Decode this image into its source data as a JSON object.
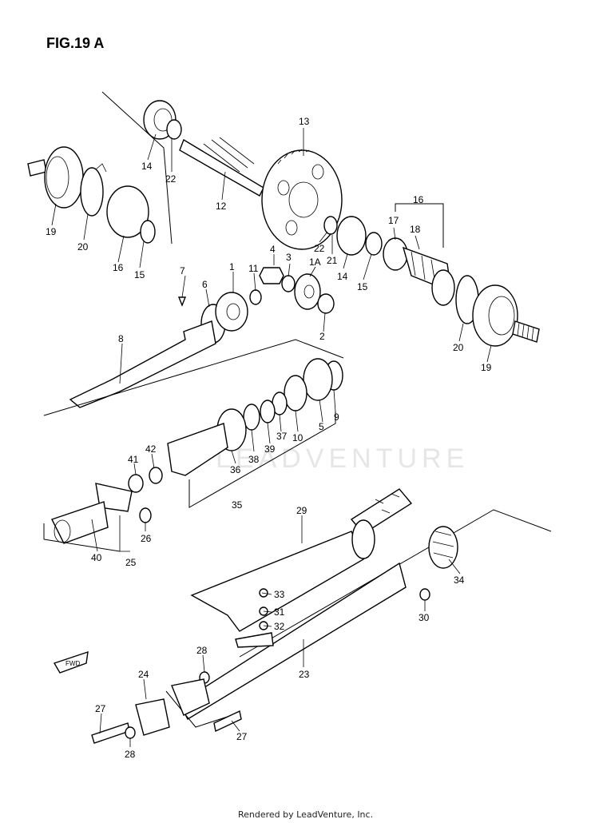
{
  "figure_title": "FIG.19 A",
  "watermark": "LEADVENTURE",
  "credit": "Rendered by LeadVenture, Inc.",
  "fwd_label": "FWD",
  "labels": {
    "l13": "13",
    "l14a": "14",
    "l22a": "22",
    "l12": "12",
    "l19a": "19",
    "l20a": "20",
    "l16a": "16",
    "l15a": "15",
    "l16b": "16",
    "l17": "17",
    "l18": "18",
    "l4": "4",
    "l3": "3",
    "l1A": "1A",
    "l21": "21",
    "l22b": "22",
    "l14b": "14",
    "l15b": "15",
    "l7": "7",
    "l6": "6",
    "l1": "1",
    "l11": "11",
    "l2": "2",
    "l20b": "20",
    "l19b": "19",
    "l8": "8",
    "l9": "9",
    "l5": "5",
    "l10": "10",
    "l37": "37",
    "l39": "39",
    "l38": "38",
    "l36": "36",
    "l35": "35",
    "l42": "42",
    "l41": "41",
    "l26": "26",
    "l40": "40",
    "l25": "25",
    "l29": "29",
    "l34": "34",
    "l33": "33",
    "l31": "31",
    "l32": "32",
    "l30": "30",
    "l28a": "28",
    "l23": "23",
    "l24": "24",
    "l27a": "27",
    "l28b": "28",
    "l27b": "27"
  }
}
